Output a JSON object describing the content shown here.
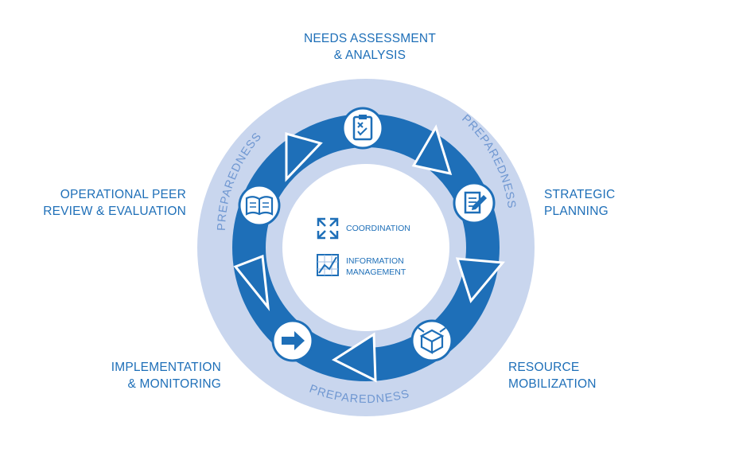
{
  "stages": {
    "needs": [
      "NEEDS ASSESSMENT",
      "& ANALYSIS"
    ],
    "strategic": [
      "STRATEGIC",
      "PLANNING"
    ],
    "resource": [
      "RESOURCE",
      "MOBILIZATION"
    ],
    "implementation": [
      "IMPLEMENTATION",
      "& MONITORING"
    ],
    "peer": [
      "OPERATIONAL PEER",
      "REVIEW & EVALUATION"
    ]
  },
  "ring_label": "PREPAREDNESS",
  "center": {
    "coordination": "COORDINATION",
    "information": [
      "INFORMATION",
      "MANAGEMENT"
    ]
  },
  "colors": {
    "ring": "#c9d6ee",
    "arrow": "#1e6fb8",
    "text": "#1e6fb8",
    "center": "#ffffff"
  },
  "icons": [
    "checklist-icon",
    "document-pen-icon",
    "box-icon",
    "arrow-right-icon",
    "open-book-icon",
    "coordination-icon",
    "chart-icon"
  ]
}
